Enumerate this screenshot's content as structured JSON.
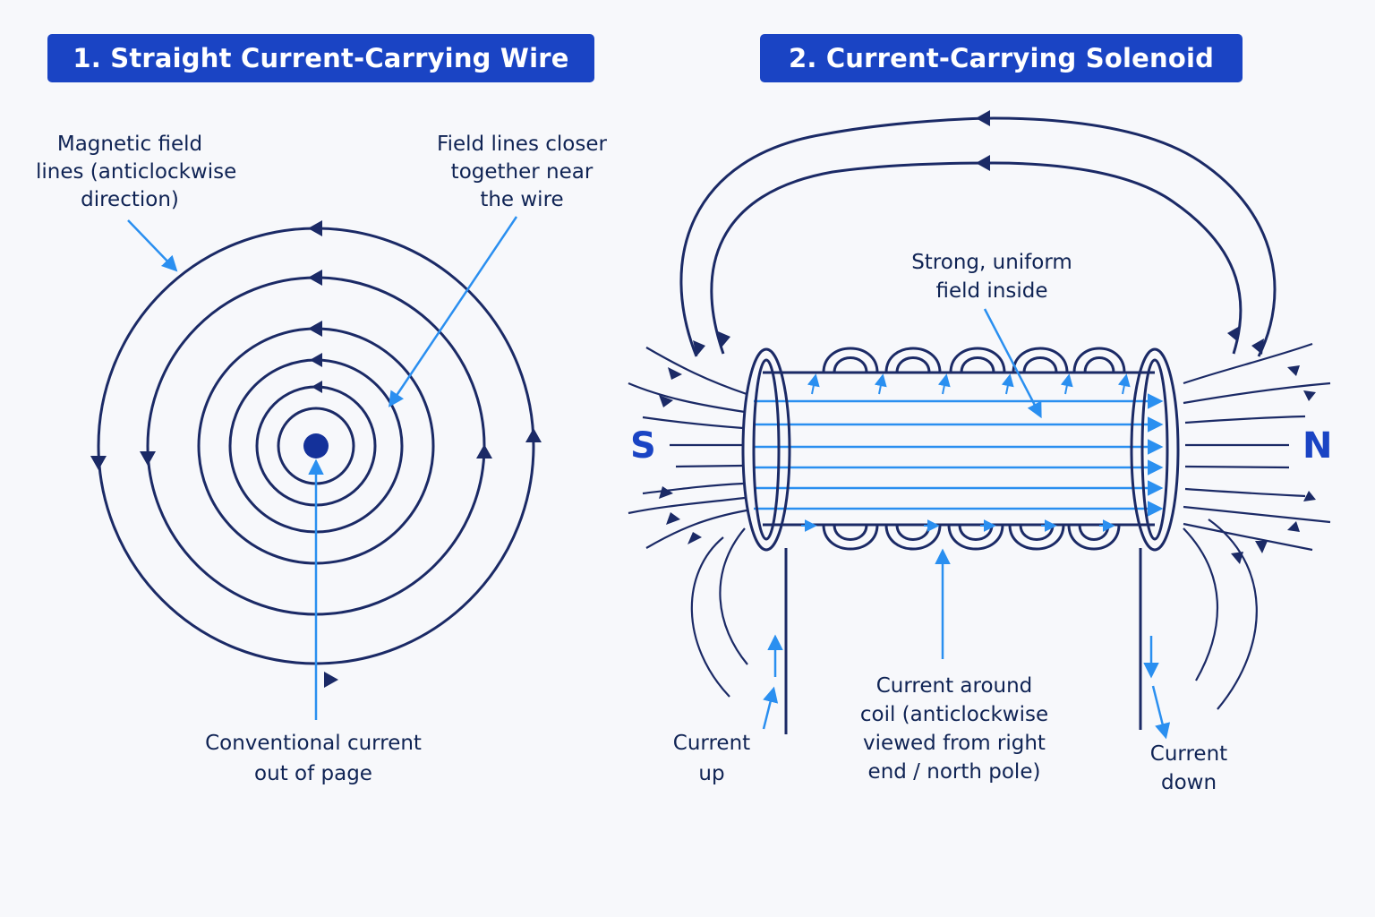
{
  "panels": {
    "wire": {
      "title": "1. Straight Current-Carrying Wire",
      "label_field_lines": [
        "Magnetic field",
        "lines (anticlockwise",
        "direction)"
      ],
      "label_closer": [
        "Field lines closer",
        "together near",
        "the wire"
      ],
      "label_current": [
        "Conventional current",
        "out of page"
      ]
    },
    "solenoid": {
      "title": "2. Current-Carrying Solenoid",
      "label_uniform": [
        "Strong, uniform",
        "field inside"
      ],
      "label_current_up": [
        "Current",
        "up"
      ],
      "label_current_around": [
        "Current around",
        "coil (anticlockwise",
        "viewed from right",
        "end / north pole)"
      ],
      "label_current_down": [
        "Current",
        "down"
      ],
      "pole_south": "S",
      "pole_north": "N"
    }
  },
  "colors": {
    "banner": "#1a44c4",
    "field_line": "#1b2a66",
    "pointer": "#2a8ff0",
    "text": "#0f2354",
    "pole": "#1a44c4"
  }
}
